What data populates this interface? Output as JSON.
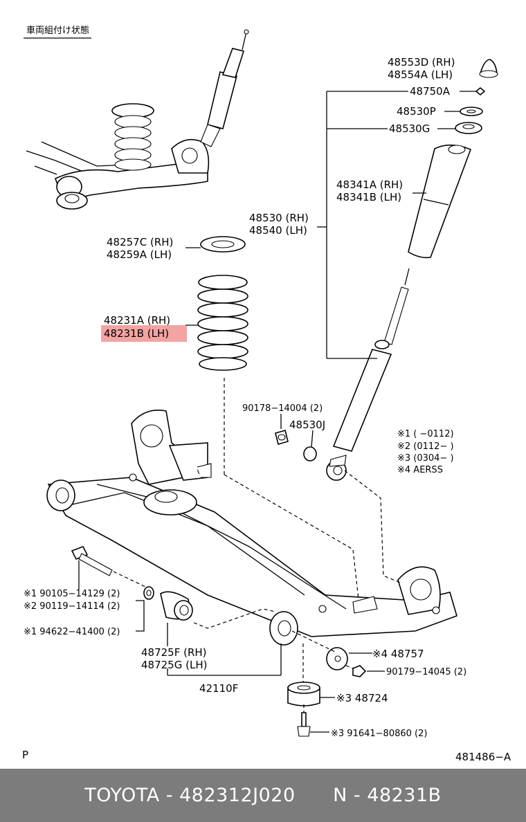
{
  "diagram": {
    "inset_title": "車両組付け状態",
    "labels": {
      "l48553d": "48553D (RH)",
      "l48554a": "48554A (LH)",
      "l48750a": "48750A",
      "l48530p": "48530P",
      "l48530g": "48530G",
      "l48341a": "48341A (RH)",
      "l48341b": "48341B (LH)",
      "l48530rh": "48530 (RH)",
      "l48540lh": "48540 (LH)",
      "l48257c": "48257C (RH)",
      "l48259a": "48259A (LH)",
      "l48231a": "48231A (RH)",
      "l48231b": "48231B (LH)",
      "l90178": "90178−14004 (2)",
      "l48530j": "48530J",
      "n1": "※1 (      −0112)",
      "n2": "※2 (0112−        )",
      "n3": "※3 (0304−        )",
      "n4": "※4  AERSS",
      "l90105": "※1 90105−14129 (2)",
      "l90119": "※2 90119−14114 (2)",
      "l94622": "※1 94622−41400 (2)",
      "l48725f": "48725F (RH)",
      "l48725g": "48725G (LH)",
      "l42110f": "42110F",
      "l48757": "※4 48757",
      "l90179": "90179−14045 (2)",
      "l48724": "※3 48724",
      "l91641": "※3  91641−80860 (2)",
      "corner_p": "P",
      "ref": "481486−A"
    },
    "highlight_color": "#f4a3a3"
  },
  "footer": {
    "part_info": "TOYOTA - 482312J020",
    "part_name": "N - 48231B"
  }
}
